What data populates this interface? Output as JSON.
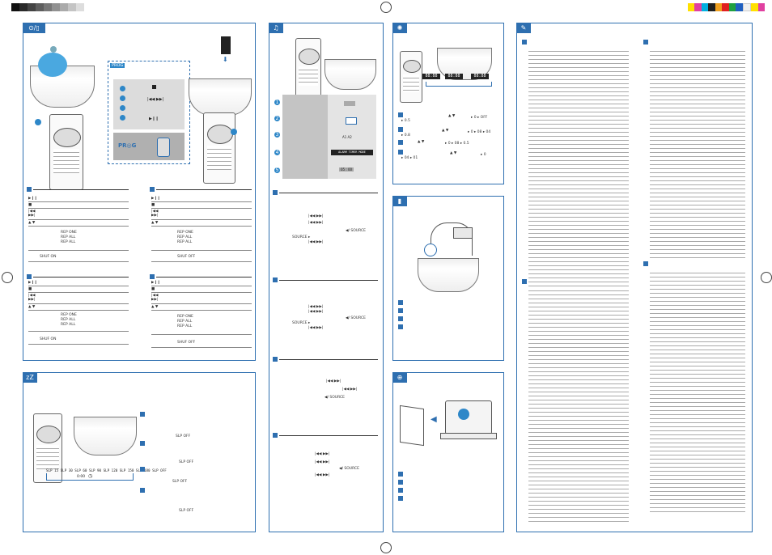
{
  "header": {
    "greys": [
      "#111111",
      "#2a2a2a",
      "#444444",
      "#5e5e5e",
      "#777777",
      "#919191",
      "#aaaaaa",
      "#c4c4c4",
      "#dddddd"
    ],
    "colors": [
      "#ffe000",
      "#e040a0",
      "#00b0e0",
      "#202020",
      "#f0a020",
      "#e02020",
      "#20a040",
      "#2060c0",
      "#f0f0f0",
      "#ffe000",
      "#e040a0",
      "#00b0e0"
    ]
  },
  "panels": {
    "setup": {
      "icon": "setup-icon",
      "prog_label": "PROG"
    },
    "alarm": {
      "icon": "bell-icon"
    },
    "brightness": {
      "icon": "brightness-icon"
    },
    "sleep": {
      "icon": "sleep-icon",
      "z": "zZ",
      "sleep_bar": "SLP 15  SLP 30  SLP 60  SLP 90  SLP 120  SLP 150  SLP 180  SLP OFF",
      "sleep_time": "0:00"
    },
    "usb": {
      "icon": "usb-icon"
    },
    "web": {
      "icon": "globe-icon"
    },
    "notes": {
      "icon": "pencil-icon"
    }
  },
  "left_table": {
    "arrows": "▲ ▼",
    "modes": [
      "REP ONE",
      "REP ALL",
      "REP ALL"
    ],
    "shuf1": "SHUF ON",
    "shuf2": "SHUF OFF",
    "shuf3": "SHUF ON",
    "shuf4": "SHUF OFF"
  },
  "alarm_displays": {
    "d3": "A1  A2",
    "d4": "ALARM TIMER MODE",
    "d5": "05 : 00"
  },
  "alarm_texts": {
    "l1": "|◀◀ ▶▶|",
    "l2": "◀/ SOURCE",
    "l3": "SOURCE ▸"
  },
  "bright_displays": [
    "88:88",
    "88:88",
    "88:88"
  ],
  "bright_rows": [
    "▸ 0.5",
    "▲ ▼",
    "▸ 0 ▸ OFF",
    "▸ 0.8",
    "▲ ▼",
    "▸ 0 ▸ 08 ▸ 04",
    "▲ ▼",
    "▸ 0 ▸ 08 ▸ 0.5",
    "▸ 04 ▸ 01",
    "▲ ▼",
    "▸ 0"
  ],
  "sleep_texts": [
    "SLP OFF",
    "SLP OFF",
    "SLP OFF",
    "SLP OFF"
  ]
}
